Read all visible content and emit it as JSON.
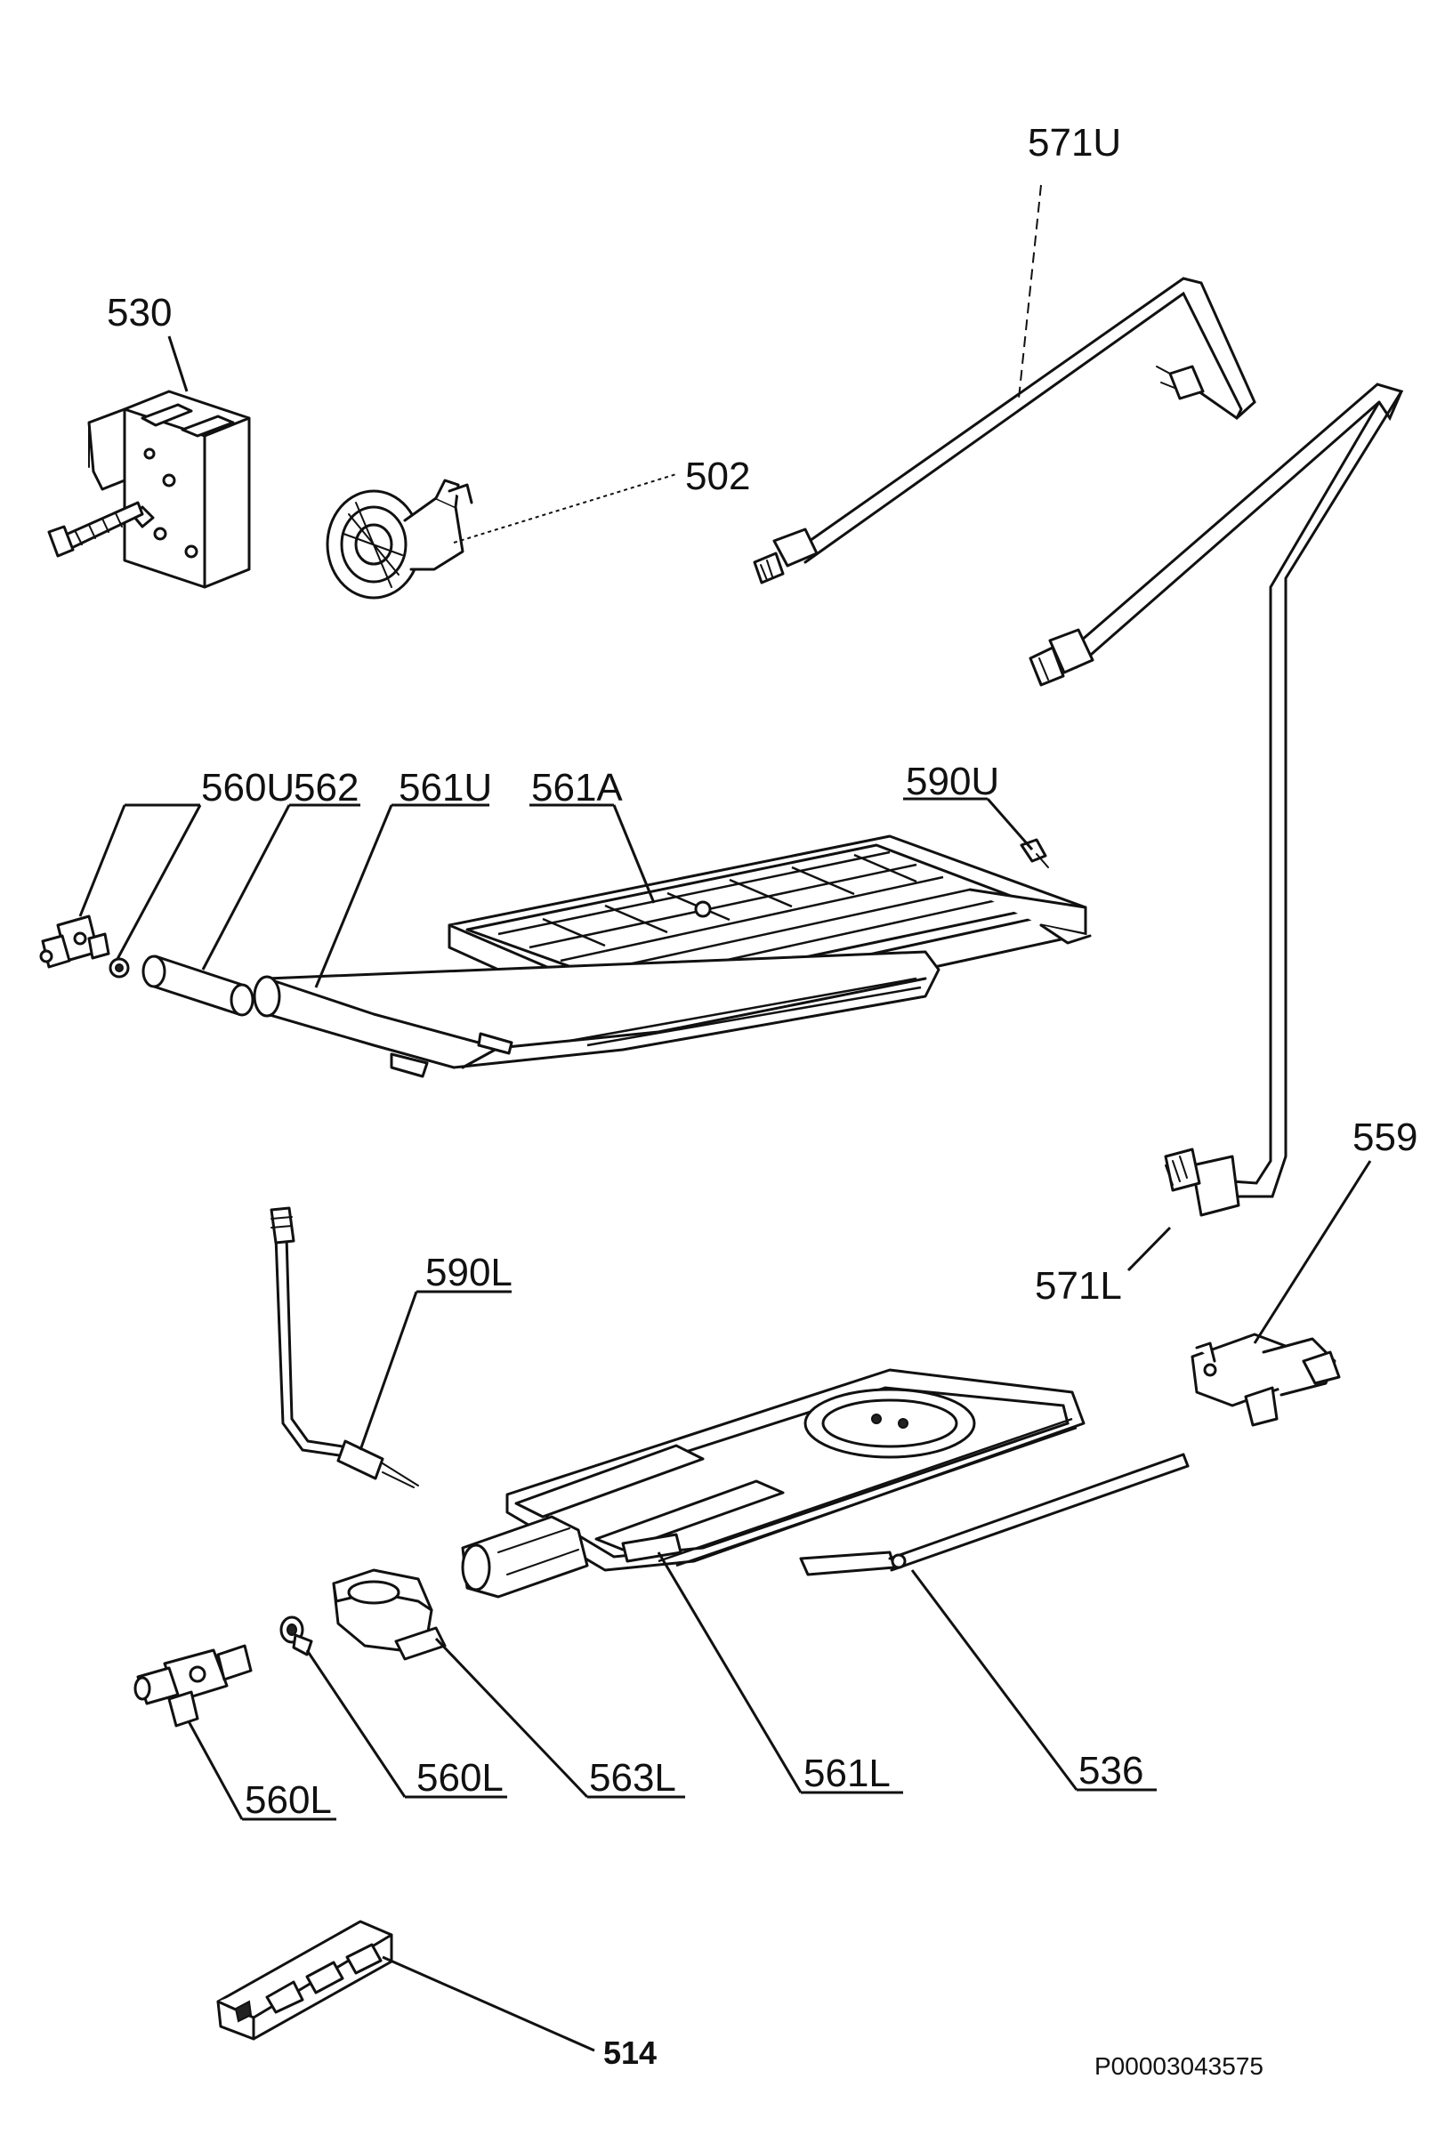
{
  "callouts": {
    "c571u": "571U",
    "c530": "530",
    "c502": "502",
    "c560u": "560U",
    "c562": "562",
    "c561u": "561U",
    "c561a": "561A",
    "c590u": "590U",
    "c559": "559",
    "c571l": "571L",
    "c590l": "590L",
    "c560l_valve": "560L",
    "c560l_nut": "560L",
    "c563l": "563L",
    "c561l": "561L",
    "c536": "536",
    "c514": "514"
  },
  "document_number": "P00003043575"
}
